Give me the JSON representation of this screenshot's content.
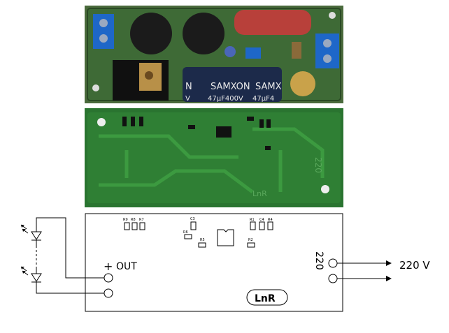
{
  "components_photo": {
    "capacitor_brand": "SAMXON",
    "capacitor_brand_repeat": "SAMX",
    "capacitor_brand_partial": "N",
    "capacitor_value": "47μF400V",
    "capacitor_value_partial": "47μF4",
    "capacitor_value_left": "V"
  },
  "solder_photo": {
    "board_mark": "220",
    "logo": "LnR"
  },
  "layout_diagram": {
    "designators": {
      "r9": "R9",
      "r8": "R8",
      "r7": "R7",
      "c3": "C3",
      "r6": "R6",
      "r5": "R5",
      "r1": "R1",
      "c4": "C4",
      "r4": "R4",
      "r2": "R2"
    },
    "output_plus": "+",
    "output_label": "OUT",
    "input_board_label": "220",
    "input_label": "220 V",
    "logo": "LnR"
  },
  "colors": {
    "board_green": "#2f7a34",
    "terminal_blue": "#1e67c8",
    "capacitor_blue": "#1c2a4a",
    "film_cap_red": "#b8403a"
  }
}
